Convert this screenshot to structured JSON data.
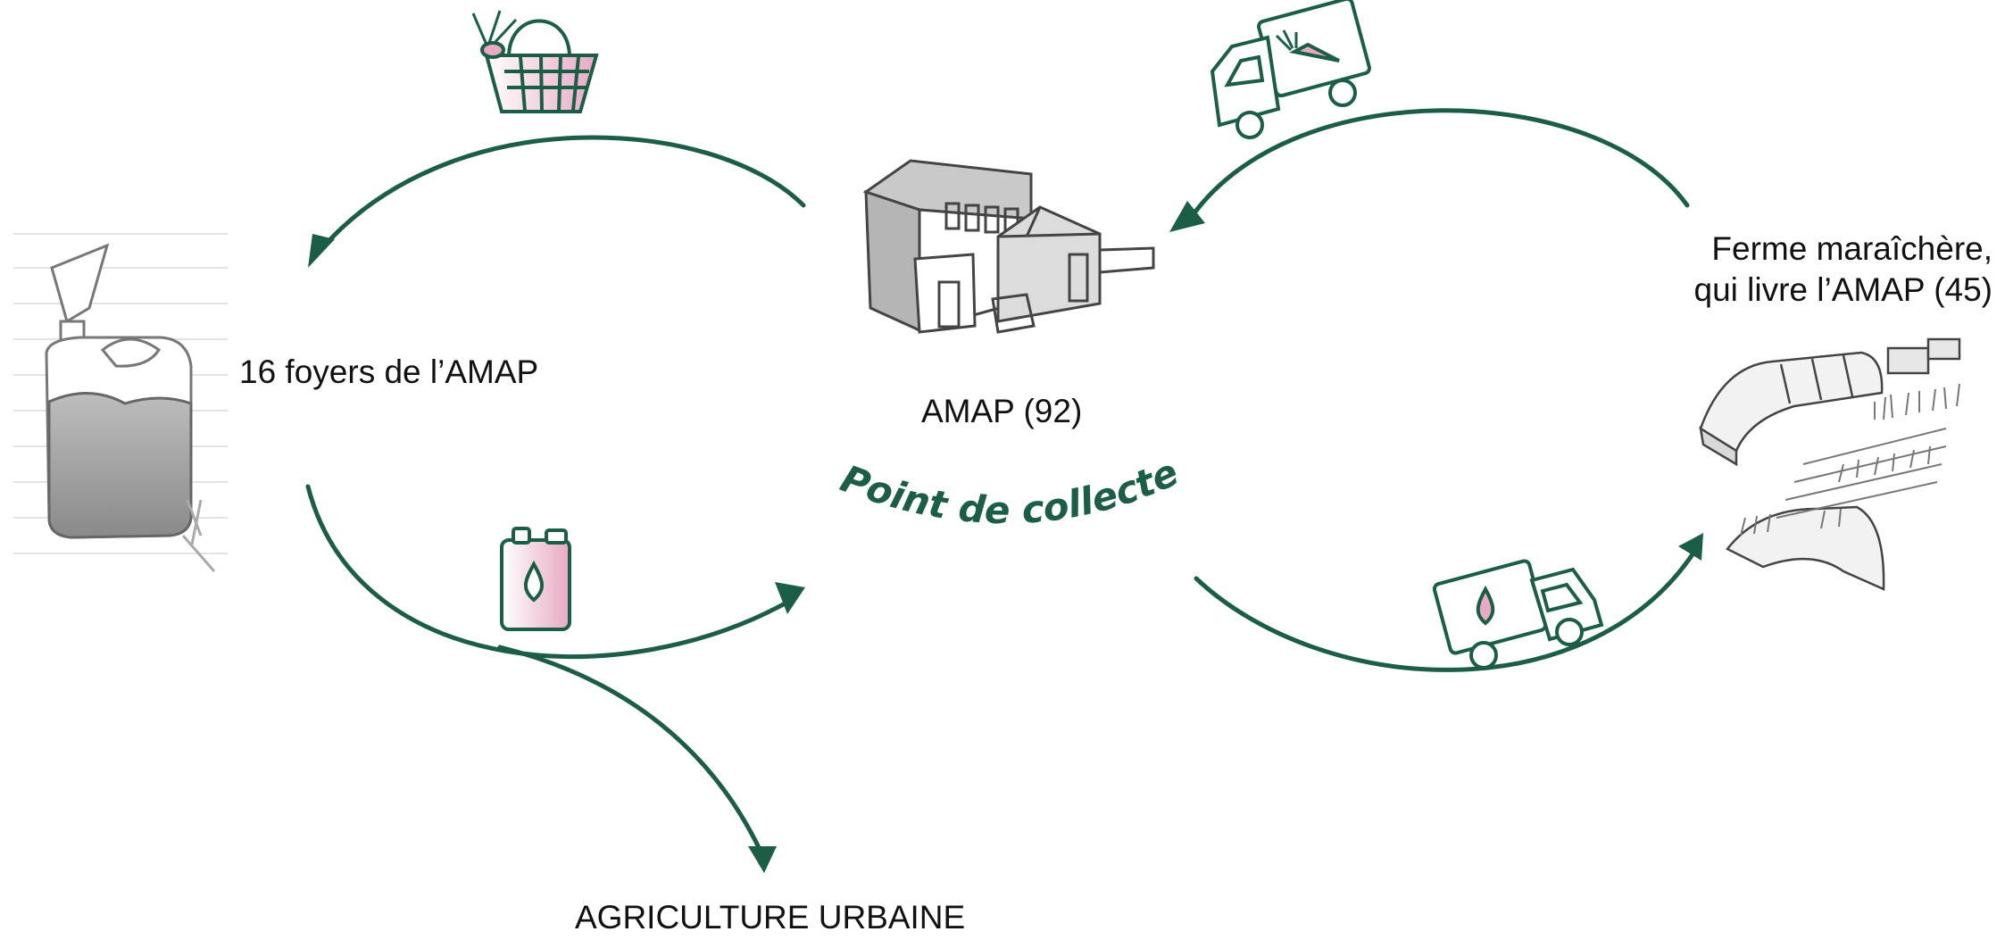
{
  "nodes": {
    "households": {
      "label": "16 foyers de l’AMAP"
    },
    "amap": {
      "label": "AMAP (92)"
    },
    "farm": {
      "label_line1": "Ferme maraîchère,",
      "label_line2": "qui livre l’AMAP (45)"
    },
    "urban_agriculture": {
      "label": "AGRICULTURE URBAINE"
    }
  },
  "collection_point": {
    "label": "Point de collecte"
  },
  "icons": [
    "basket-icon",
    "delivery-truck-carrot-icon",
    "jerrycan-drop-icon",
    "delivery-truck-drop-icon",
    "funnel-jerrycan-illustration",
    "house-illustration",
    "vegetable-farm-illustration"
  ],
  "colors": {
    "arrow": "#1b5e45",
    "accent_pink": "#e7a9c4",
    "sketch": "#555555"
  }
}
